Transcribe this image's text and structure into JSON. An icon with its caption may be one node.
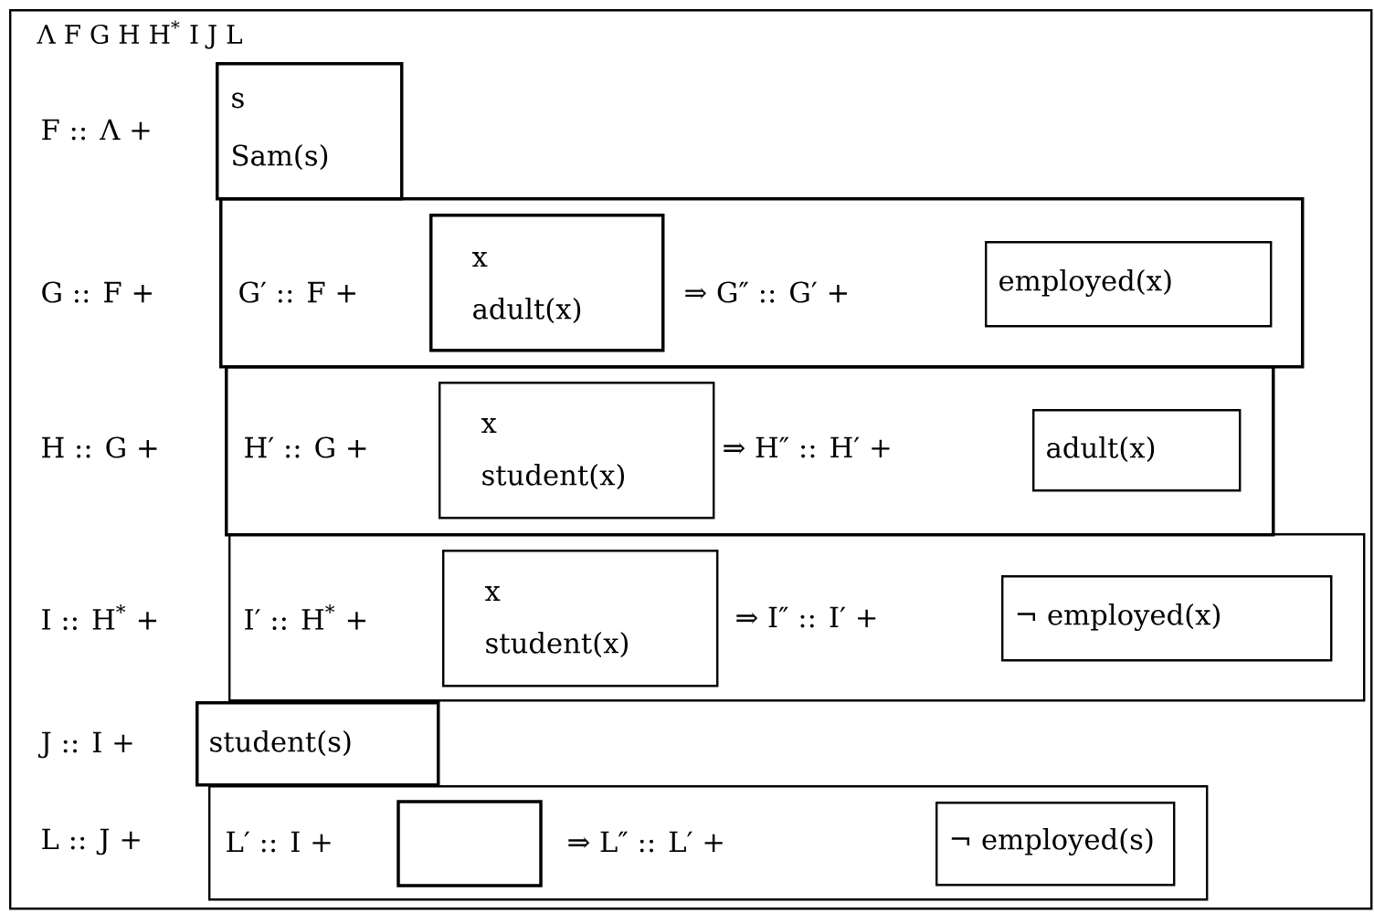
{
  "diagram": {
    "nodes": [
      {
        "text": [
          "Λ F G H H$^{*}$ I J L",
          "F :: Λ +",
          "G :: F +",
          "H :: G +",
          "I :: H$^{*}$ +",
          "J :: I +",
          "L :: J +"
        ]
      },
      {
        "text": [
          "s",
          "Sam(s)"
        ],
        "in": 0
      },
      {
        "text": [
          "G′ :: F +",
          "⇒  G″ :: G′ +"
        ],
        "in": 0
      },
      {
        "text": [
          "x",
          "adult(x)"
        ],
        "in": 2
      },
      {
        "text": [
          "employed(x)"
        ],
        "in": 2
      },
      {
        "text": [
          "H′ :: G +",
          "⇒  H″ :: H′ +"
        ],
        "in": 0
      },
      {
        "text": [
          "x",
          "student(x)"
        ],
        "in": 5
      },
      {
        "text": [
          "adult(x)"
        ],
        "in": 5
      },
      {
        "text": [
          "I′ :: H$^{*}$ +",
          "⇒  I″ :: I′ +"
        ],
        "in": 0
      },
      {
        "text": [
          "x",
          "student(x)"
        ],
        "in": 8
      },
      {
        "text": [
          "¬ employed(x)"
        ],
        "in": 8
      },
      {
        "text": [
          "student(s)"
        ],
        "in": 0
      },
      {
        "text": [
          "L′ :: I +",
          "⇒  L″ :: L′ +"
        ],
        "in": 0
      },
      {
        "text": [],
        "shape": "box",
        "in": 12
      },
      {
        "text": [
          "¬ employed(s)"
        ],
        "in": 12
      }
    ]
  }
}
